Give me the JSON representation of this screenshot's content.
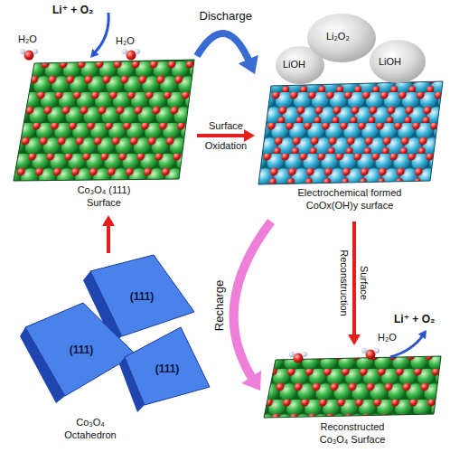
{
  "diagram": {
    "nodes": [
      {
        "text": [
          "Co₃O₄ (111) Surface"
        ]
      },
      {
        "text": [
          "Electrochemical formed CoOx(OH)y surface"
        ]
      },
      {
        "text": [
          "(111)",
          "(111)",
          "(111)",
          "Co₃O₄ Octahedron"
        ]
      },
      {
        "text": [
          "Reconstructed Co₃O₄ Surface"
        ]
      }
    ],
    "edges": [
      {
        "from": 2,
        "to": 0,
        "arrow": "to"
      },
      {
        "from": 0,
        "to": 1,
        "label": "Discharge",
        "arrow": "to"
      },
      {
        "from": 0,
        "to": 1,
        "label": "Surface Oxidation",
        "arrow": "to"
      },
      {
        "from": 1,
        "to": 3,
        "label": "Recharge",
        "arrow": "to"
      },
      {
        "from": 1,
        "to": 3,
        "label": "Surface Reconstruction",
        "arrow": "to"
      }
    ],
    "labels": [
      "Li⁺ + O₂",
      "H₂O",
      "H₂O",
      "LiOH",
      "Li₂O₂",
      "LiOH",
      "H₂O",
      "Li⁺ + O₂"
    ]
  }
}
